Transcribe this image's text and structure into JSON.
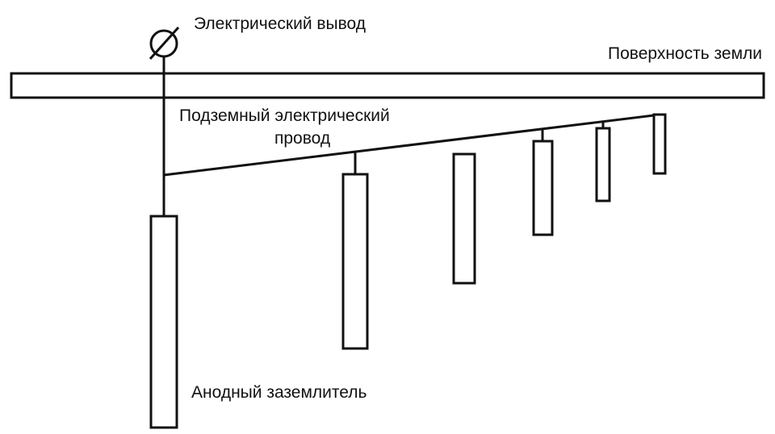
{
  "labels": {
    "electrical_terminal": "Электрический вывод",
    "ground_surface": "Поверхность земли",
    "underground_wire_line1": "Подземный электрический",
    "underground_wire_line2": "провод",
    "anode_ground": "Анодный заземлитель"
  },
  "colors": {
    "stroke": "#111111",
    "fill": "#ffffff"
  },
  "electrodes": {
    "count": 6
  }
}
